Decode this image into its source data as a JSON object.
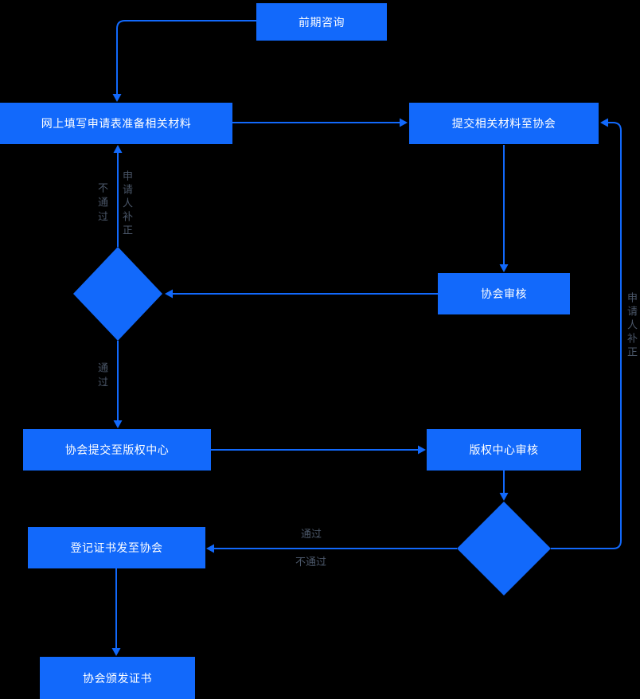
{
  "colors": {
    "node": "#1269fb",
    "node_text": "#ffffff",
    "label": "#4a5668",
    "background": "#000000"
  },
  "nodes": {
    "consult": "前期咨询",
    "fill_form": "网上填写申请表准备相关材料",
    "submit_materials": "提交相关材料至协会",
    "association_review": "协会审核",
    "submit_to_center": "协会提交至版权中心",
    "center_review": "版权中心审核",
    "cert_to_association": "登记证书发至协会",
    "issue_cert": "协会颁发证书"
  },
  "labels": {
    "fail_left": "不通过",
    "correction_left": "申请人补正",
    "pass_left": "通过",
    "correction_right": "申请人补正",
    "pass_mid": "通过",
    "fail_mid": "不通过"
  }
}
